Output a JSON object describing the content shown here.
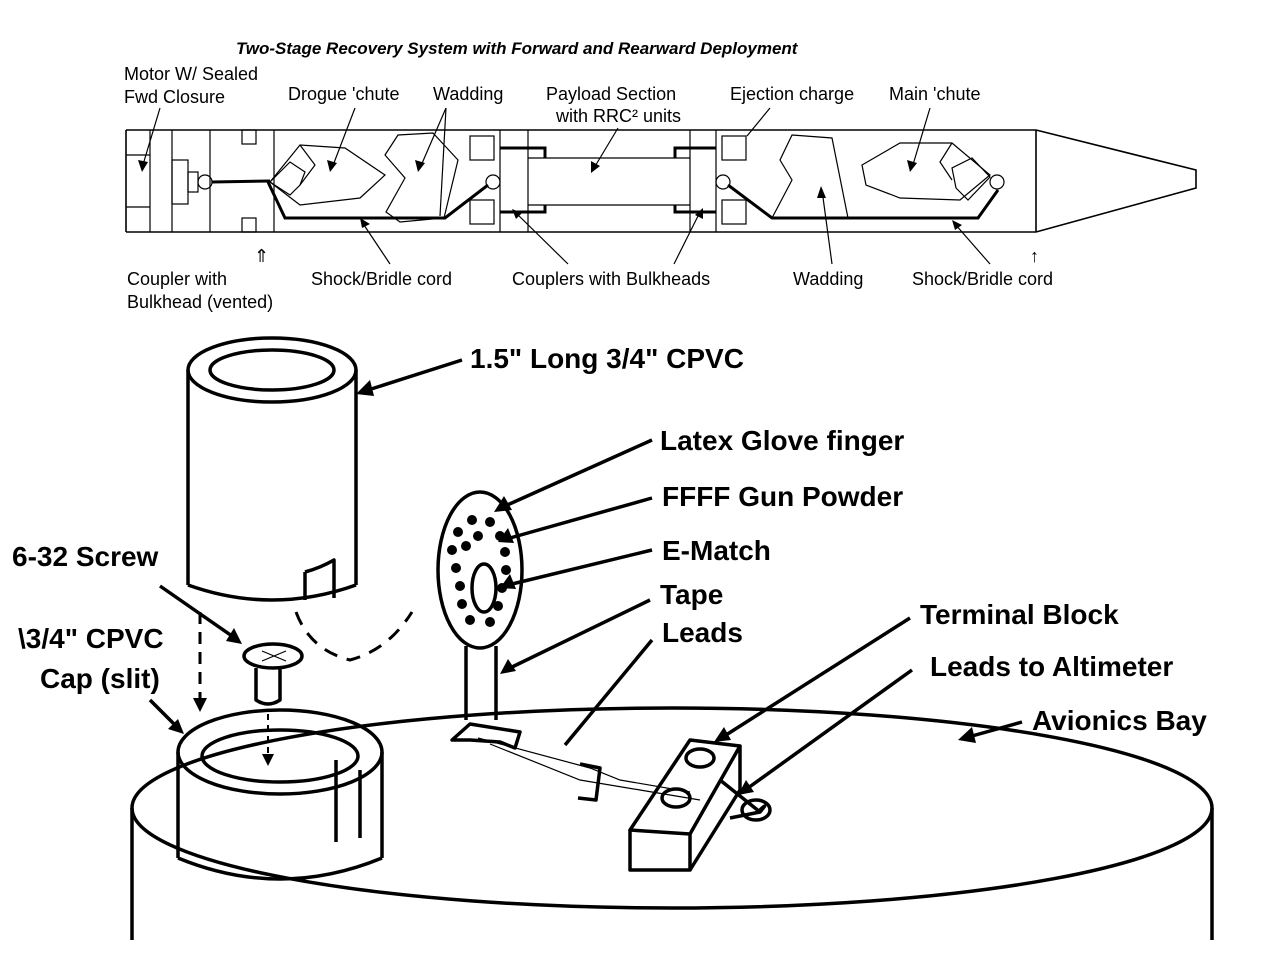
{
  "top": {
    "title": "Two-Stage Recovery System with Forward and Rearward Deployment",
    "labels": {
      "motor_1": "Motor W/ Sealed",
      "motor_2": "Fwd Closure",
      "drogue": "Drogue 'chute",
      "wadding_top": "Wadding",
      "payload_1": "Payload Section",
      "payload_2": "with RRC² units",
      "ejection": "Ejection charge",
      "main": "Main 'chute",
      "coupler_1": "Coupler with",
      "coupler_2": "Bulkhead (vented)",
      "shock_left": "Shock/Bridle cord",
      "couplers_bulkheads": "Couplers with Bulkheads",
      "wadding_bottom": "Wadding",
      "shock_right": "Shock/Bridle cord",
      "arrow_left": "⇑",
      "arrow_right": "↑"
    }
  },
  "bottom": {
    "labels": {
      "cpvc_long": "1.5\" Long 3/4\" CPVC",
      "latex": "Latex Glove finger",
      "powder": "FFFF Gun Powder",
      "ematch": "E-Match",
      "tape": "Tape",
      "leads": "Leads",
      "screw": "6-32 Screw",
      "cap_1": "\\3/4\" CPVC",
      "cap_2": "Cap (slit)",
      "terminal": "Terminal Block",
      "altimeter": "Leads to Altimeter",
      "avionics": "Avionics Bay"
    }
  }
}
